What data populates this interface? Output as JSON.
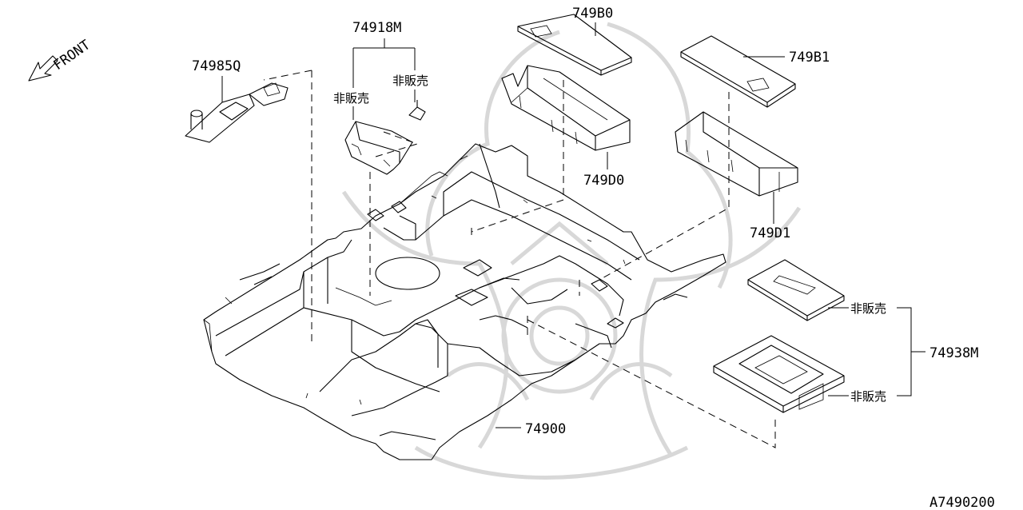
{
  "diagram": {
    "front_label": "FRONT",
    "labels": {
      "p74985q": "74985Q",
      "p74918m": "74918M",
      "p749b0": "749B0",
      "p749b1": "749B1",
      "p749d0": "749D0",
      "p749d1": "749D1",
      "p74938m": "74938M",
      "p74900": "74900"
    },
    "not_for_sale": "非販売",
    "figure_code": "A7490200"
  }
}
